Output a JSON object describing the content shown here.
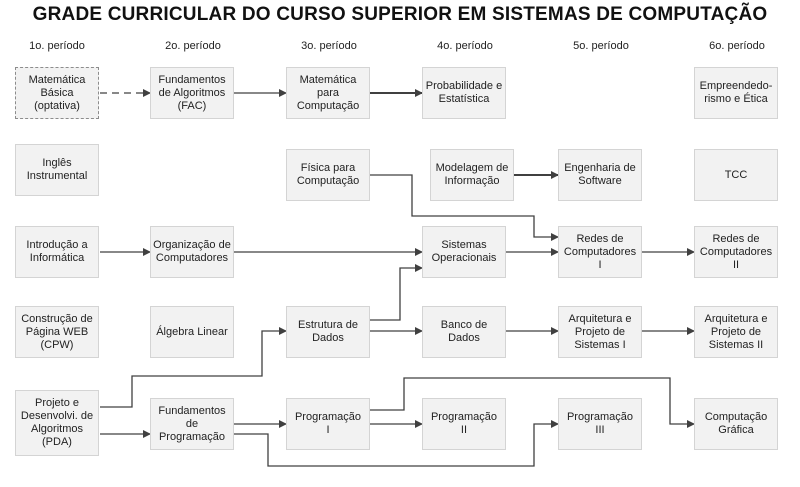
{
  "title": "GRADE CURRICULAR DO CURSO SUPERIOR EM SISTEMAS DE COMPUTAÇÃO",
  "periods": [
    "1o. período",
    "2o. período",
    "3o. período",
    "4o. período",
    "5o. período",
    "6o. período"
  ],
  "courses": {
    "matematica_basica": "Matemática\nBásica\n(optativa)",
    "fac": "Fundamentos\nde Algoritmos\n(FAC)",
    "matematica_computacao": "Matemática\npara\nComputação",
    "probabilidade": "Probabilidade e\nEstatística",
    "empreendedorismo": "Empreendedo-\nrismo e Ética",
    "ingles": "Inglês\nInstrumental",
    "fisica": "Física para\nComputação",
    "modelagem": "Modelagem de\nInformação",
    "engenharia_software": "Engenharia de\nSoftware",
    "tcc": "TCC",
    "introducao_informatica": "Introdução a\nInformática",
    "organizacao_computadores": "Organização de\nComputadores",
    "sistemas_operacionais": "Sistemas\nOperacionais",
    "redes_1": "Redes de\nComputadores\nI",
    "redes_2": "Redes de\nComputadores\nII",
    "cpw": "Construção de\nPágina WEB\n(CPW)",
    "algebra_linear": "Álgebra Linear",
    "estrutura_dados": "Estrutura de\nDados",
    "banco_dados": "Banco de Dados",
    "arquitetura_1": "Arquitetura e\nProjeto de\nSistemas I",
    "arquitetura_2": "Arquitetura e\nProjeto de\nSistemas II",
    "pda": "Projeto e\nDesenvolvi. de\nAlgoritmos\n(PDA)",
    "fundamentos_programacao": "Fundamentos\nde Programação",
    "programacao_1": "Programação\nI",
    "programacao_2": "Programação\nII",
    "programacao_3": "Programação\nIII",
    "computacao_grafica": "Computação\nGráfica"
  },
  "colors": {
    "box_fill": "#f2f2f2",
    "box_border": "#d4d4d4",
    "connector": "#404040"
  }
}
